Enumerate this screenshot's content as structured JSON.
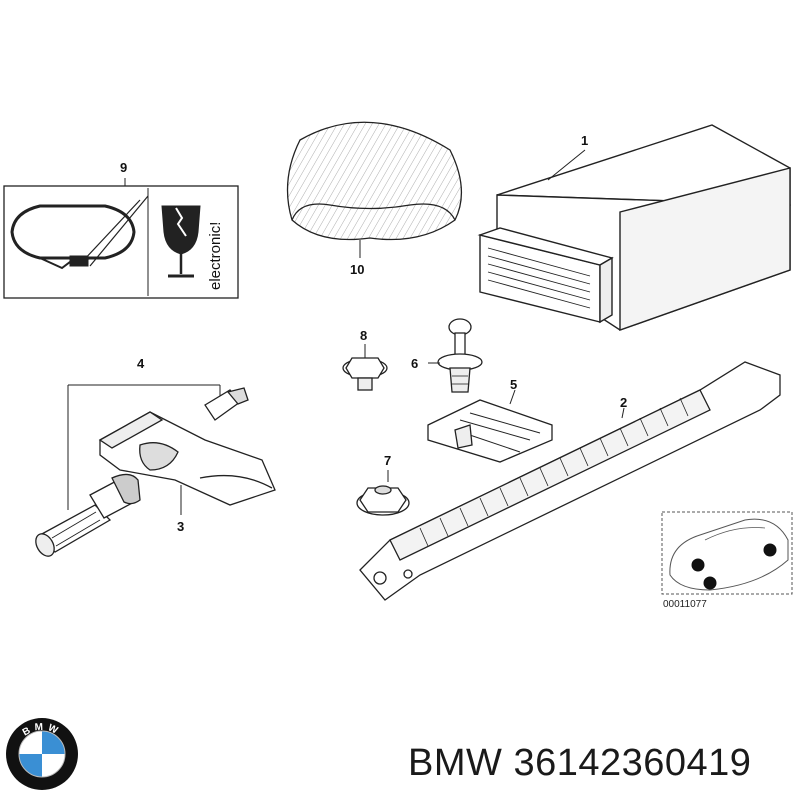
{
  "callouts": {
    "c1": "1",
    "c2": "2",
    "c3": "3",
    "c4": "4",
    "c5": "5",
    "c6": "6",
    "c7": "7",
    "c8": "8",
    "c9": "9",
    "c10": "10"
  },
  "label_panel": {
    "warning_text": "electronic!"
  },
  "reference_number": "00011077",
  "footer": {
    "brand": "BMW",
    "part_number": "36142360419"
  },
  "logo": {
    "letters": "BMW",
    "colors": {
      "blue": "#3a8fd4",
      "ring": "#111111",
      "white": "#ffffff"
    }
  }
}
